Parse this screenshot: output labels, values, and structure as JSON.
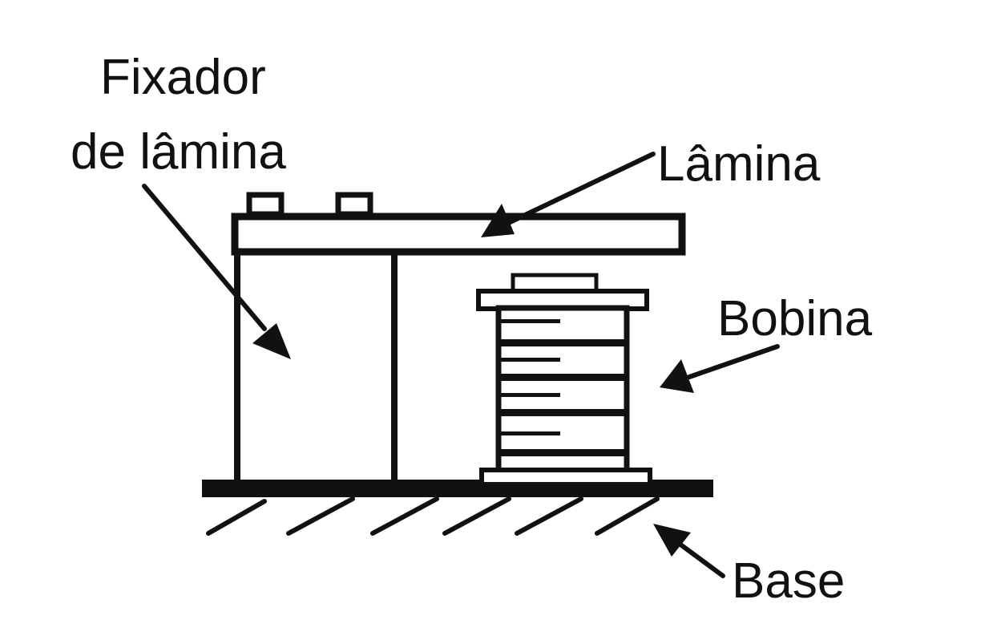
{
  "labels": {
    "fixador_line1": "Fixador",
    "fixador_line2": "de lâmina",
    "lamina": "Lâmina",
    "bobina": "Bobina",
    "base": "Base"
  },
  "colors": {
    "ink": "#111111",
    "background": "#ffffff"
  }
}
